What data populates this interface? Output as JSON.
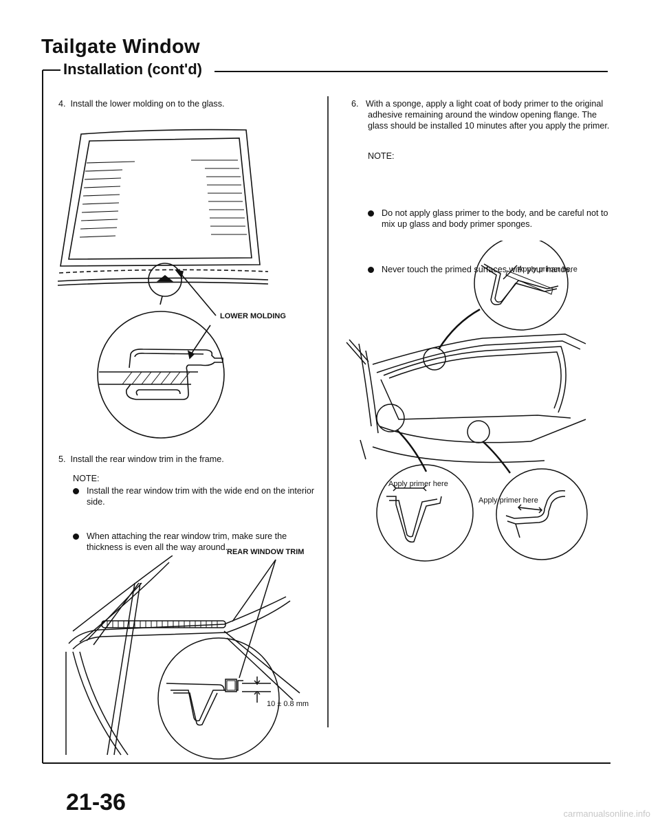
{
  "header": {
    "title": "Tailgate Window",
    "subtitle": "Installation (cont'd)"
  },
  "steps": {
    "step4": {
      "num": "4.",
      "text": "Install the lower molding on to the glass."
    },
    "step5": {
      "num": "5.",
      "text": "Install the rear window trim in the frame."
    },
    "step5_note": {
      "heading": "NOTE:",
      "bullets": [
        "Install the rear window trim with the wide end on the interior side.",
        "When attaching the rear window trim, make sure the thickness is even all the way around."
      ]
    },
    "step6": {
      "num": "6.",
      "text": "With a sponge, apply a light coat of body primer to the original adhesive remaining around the window opening flange. The glass should be installed 10 minutes after you apply the primer."
    },
    "step6_note": {
      "heading": "NOTE:",
      "bullets": [
        "Do not apply glass primer to the body, and be careful not to mix up glass and body primer sponges.",
        "Never touch the primed surfaces with your hands."
      ]
    }
  },
  "labels": {
    "lower_molding": "LOWER MOLDING",
    "rear_window_trim": "REAR WINDOW TRIM",
    "dimension": "10 ± 0.8 mm",
    "primer_top": "Apply primer here",
    "primer_left": "Apply primer here",
    "primer_right": "Apply primer here"
  },
  "footer": {
    "page_number": "21-36",
    "watermark": "carmanualsonline.info"
  }
}
